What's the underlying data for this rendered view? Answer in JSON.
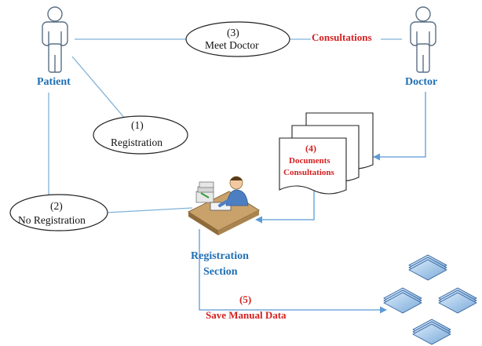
{
  "actors": {
    "patient": "Patient",
    "doctor": "Doctor"
  },
  "use_cases": {
    "meet_doctor": {
      "number": "(3)",
      "label": "Meet Doctor"
    },
    "registration": {
      "number": "(1)",
      "label": "Registration"
    },
    "no_registration": {
      "number": "(2)",
      "label": "No Registration"
    }
  },
  "edges": {
    "consultations": "Consultations"
  },
  "documents": {
    "number": "(4)",
    "line1": "Documents",
    "line2": "Consultations"
  },
  "registration_section": {
    "line1": "Registration",
    "line2": "Section"
  },
  "save_step": {
    "number": "(5)",
    "label": "Save Manual Data"
  },
  "colors": {
    "line": "#7fb2d9",
    "arrow": "#5b9bd5",
    "red_text": "#d42020",
    "blue_text": "#1f6fb4",
    "actor_stroke": "#5a6f85",
    "stack_fill": "#a9c9ec"
  }
}
